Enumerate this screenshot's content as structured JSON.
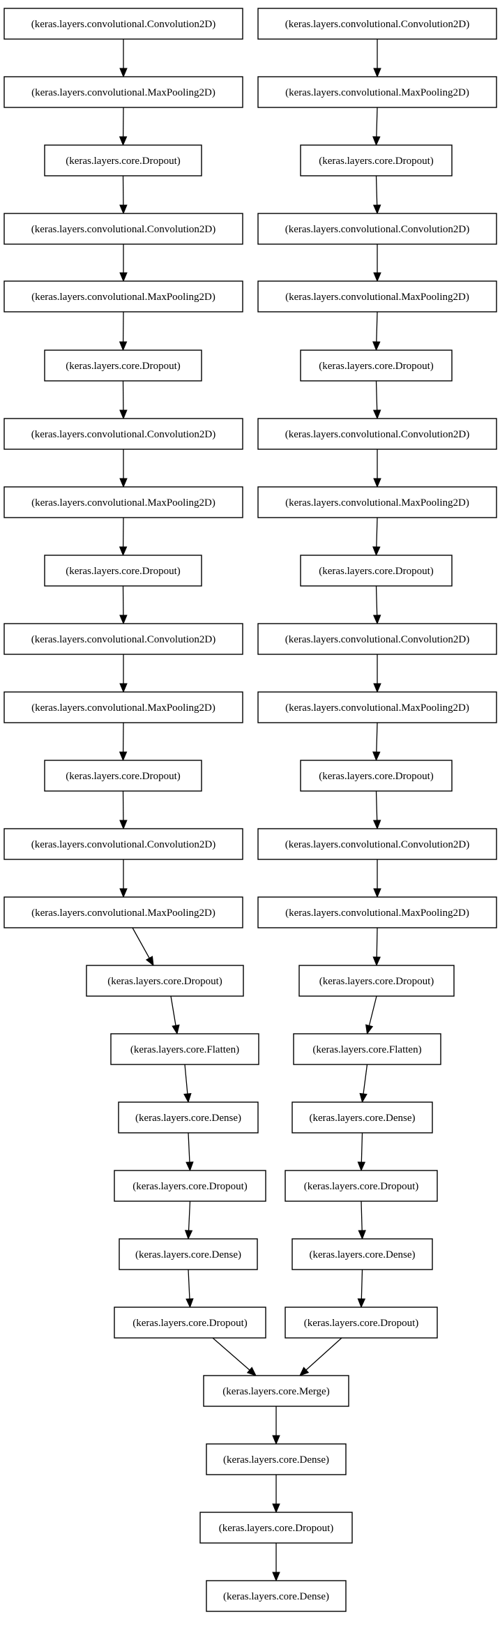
{
  "diagram": {
    "nodes": [
      {
        "id": "l1",
        "label": "(keras.layers.convolutional.Convolution2D)"
      },
      {
        "id": "l2",
        "label": "(keras.layers.convolutional.MaxPooling2D)"
      },
      {
        "id": "l3",
        "label": "(keras.layers.core.Dropout)"
      },
      {
        "id": "l4",
        "label": "(keras.layers.convolutional.Convolution2D)"
      },
      {
        "id": "l5",
        "label": "(keras.layers.convolutional.MaxPooling2D)"
      },
      {
        "id": "l6",
        "label": "(keras.layers.core.Dropout)"
      },
      {
        "id": "l7",
        "label": "(keras.layers.convolutional.Convolution2D)"
      },
      {
        "id": "l8",
        "label": "(keras.layers.convolutional.MaxPooling2D)"
      },
      {
        "id": "l9",
        "label": "(keras.layers.core.Dropout)"
      },
      {
        "id": "l10",
        "label": "(keras.layers.convolutional.Convolution2D)"
      },
      {
        "id": "l11",
        "label": "(keras.layers.convolutional.MaxPooling2D)"
      },
      {
        "id": "l12",
        "label": "(keras.layers.core.Dropout)"
      },
      {
        "id": "l13",
        "label": "(keras.layers.convolutional.Convolution2D)"
      },
      {
        "id": "l14",
        "label": "(keras.layers.convolutional.MaxPooling2D)"
      },
      {
        "id": "l15",
        "label": "(keras.layers.core.Dropout)"
      },
      {
        "id": "l16",
        "label": "(keras.layers.core.Flatten)"
      },
      {
        "id": "l17",
        "label": "(keras.layers.core.Dense)"
      },
      {
        "id": "l18",
        "label": "(keras.layers.core.Dropout)"
      },
      {
        "id": "l19",
        "label": "(keras.layers.core.Dense)"
      },
      {
        "id": "l20",
        "label": "(keras.layers.core.Dropout)"
      },
      {
        "id": "r1",
        "label": "(keras.layers.convolutional.Convolution2D)"
      },
      {
        "id": "r2",
        "label": "(keras.layers.convolutional.MaxPooling2D)"
      },
      {
        "id": "r3",
        "label": "(keras.layers.core.Dropout)"
      },
      {
        "id": "r4",
        "label": "(keras.layers.convolutional.Convolution2D)"
      },
      {
        "id": "r5",
        "label": "(keras.layers.convolutional.MaxPooling2D)"
      },
      {
        "id": "r6",
        "label": "(keras.layers.core.Dropout)"
      },
      {
        "id": "r7",
        "label": "(keras.layers.convolutional.Convolution2D)"
      },
      {
        "id": "r8",
        "label": "(keras.layers.convolutional.MaxPooling2D)"
      },
      {
        "id": "r9",
        "label": "(keras.layers.core.Dropout)"
      },
      {
        "id": "r10",
        "label": "(keras.layers.convolutional.Convolution2D)"
      },
      {
        "id": "r11",
        "label": "(keras.layers.convolutional.MaxPooling2D)"
      },
      {
        "id": "r12",
        "label": "(keras.layers.core.Dropout)"
      },
      {
        "id": "r13",
        "label": "(keras.layers.convolutional.Convolution2D)"
      },
      {
        "id": "r14",
        "label": "(keras.layers.convolutional.MaxPooling2D)"
      },
      {
        "id": "r15",
        "label": "(keras.layers.core.Dropout)"
      },
      {
        "id": "r16",
        "label": "(keras.layers.core.Flatten)"
      },
      {
        "id": "r17",
        "label": "(keras.layers.core.Dense)"
      },
      {
        "id": "r18",
        "label": "(keras.layers.core.Dropout)"
      },
      {
        "id": "r19",
        "label": "(keras.layers.core.Dense)"
      },
      {
        "id": "r20",
        "label": "(keras.layers.core.Dropout)"
      },
      {
        "id": "m1",
        "label": "(keras.layers.core.Merge)"
      },
      {
        "id": "m2",
        "label": "(keras.layers.core.Dense)"
      },
      {
        "id": "m3",
        "label": "(keras.layers.core.Dropout)"
      },
      {
        "id": "m4",
        "label": "(keras.layers.core.Dense)"
      }
    ],
    "edges": [
      [
        "l1",
        "l2"
      ],
      [
        "l2",
        "l3"
      ],
      [
        "l3",
        "l4"
      ],
      [
        "l4",
        "l5"
      ],
      [
        "l5",
        "l6"
      ],
      [
        "l6",
        "l7"
      ],
      [
        "l7",
        "l8"
      ],
      [
        "l8",
        "l9"
      ],
      [
        "l9",
        "l10"
      ],
      [
        "l10",
        "l11"
      ],
      [
        "l11",
        "l12"
      ],
      [
        "l12",
        "l13"
      ],
      [
        "l13",
        "l14"
      ],
      [
        "l14",
        "l15"
      ],
      [
        "l15",
        "l16"
      ],
      [
        "l16",
        "l17"
      ],
      [
        "l17",
        "l18"
      ],
      [
        "l18",
        "l19"
      ],
      [
        "l19",
        "l20"
      ],
      [
        "l20",
        "m1"
      ],
      [
        "r1",
        "r2"
      ],
      [
        "r2",
        "r3"
      ],
      [
        "r3",
        "r4"
      ],
      [
        "r4",
        "r5"
      ],
      [
        "r5",
        "r6"
      ],
      [
        "r6",
        "r7"
      ],
      [
        "r7",
        "r8"
      ],
      [
        "r8",
        "r9"
      ],
      [
        "r9",
        "r10"
      ],
      [
        "r10",
        "r11"
      ],
      [
        "r11",
        "r12"
      ],
      [
        "r12",
        "r13"
      ],
      [
        "r13",
        "r14"
      ],
      [
        "r14",
        "r15"
      ],
      [
        "r15",
        "r16"
      ],
      [
        "r16",
        "r17"
      ],
      [
        "r17",
        "r18"
      ],
      [
        "r18",
        "r19"
      ],
      [
        "r19",
        "r20"
      ],
      [
        "r20",
        "m1"
      ],
      [
        "m1",
        "m2"
      ],
      [
        "m2",
        "m3"
      ],
      [
        "m3",
        "m4"
      ]
    ]
  }
}
